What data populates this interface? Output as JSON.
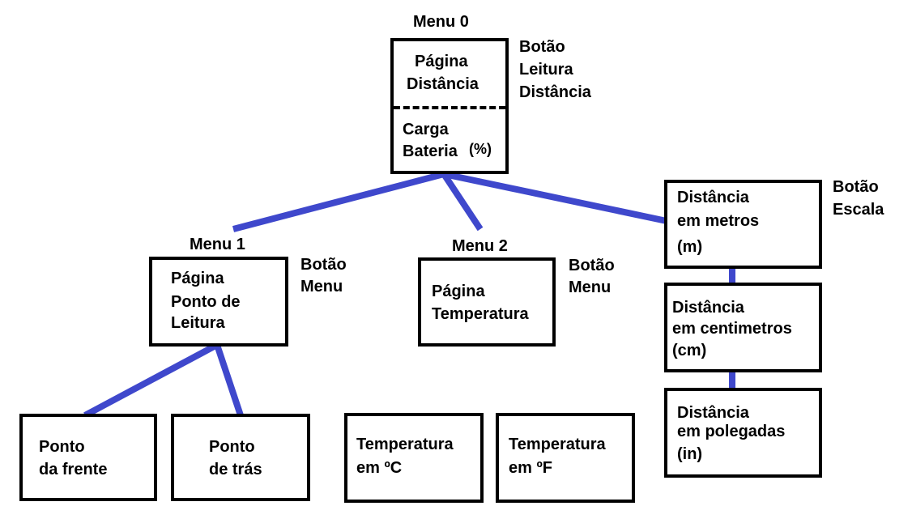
{
  "menu0": {
    "title": "Menu 0",
    "page_line1": "Página",
    "page_line2": "Distância",
    "battery_line1": "Carga",
    "battery_line2": "Bateria",
    "battery_unit": "(%)",
    "button_line1": "Botão",
    "button_line2": "Leitura",
    "button_line3": "Distância"
  },
  "menu1": {
    "title": "Menu 1",
    "page_line1": "Página",
    "page_line2": "Ponto de",
    "page_line3": "Leitura",
    "button_line1": "Botão",
    "button_line2": "Menu",
    "children": [
      {
        "line1": "Ponto",
        "line2": "da frente"
      },
      {
        "line1": "Ponto",
        "line2": "de trás"
      }
    ]
  },
  "menu2": {
    "title": "Menu 2",
    "page_line1": "Página",
    "page_line2": "Temperatura",
    "button_line1": "Botão",
    "button_line2": "Menu",
    "children": [
      {
        "line1": "Temperatura",
        "line2": "em ºC"
      },
      {
        "line1": "Temperatura",
        "line2": "em ºF"
      }
    ]
  },
  "scale": {
    "button_line1": "Botão",
    "button_line2": "Escala",
    "items": [
      {
        "line1": "Distância",
        "line2": "em metros",
        "line3": "(m)"
      },
      {
        "line1": "Distância",
        "line2": "em centimetros",
        "line3": "(cm)"
      },
      {
        "line1": "Distância",
        "line2": "em polegadas",
        "line3": "(in)"
      }
    ]
  },
  "colors": {
    "connector": "#3f48cc",
    "border": "#000000",
    "text": "#000000"
  }
}
